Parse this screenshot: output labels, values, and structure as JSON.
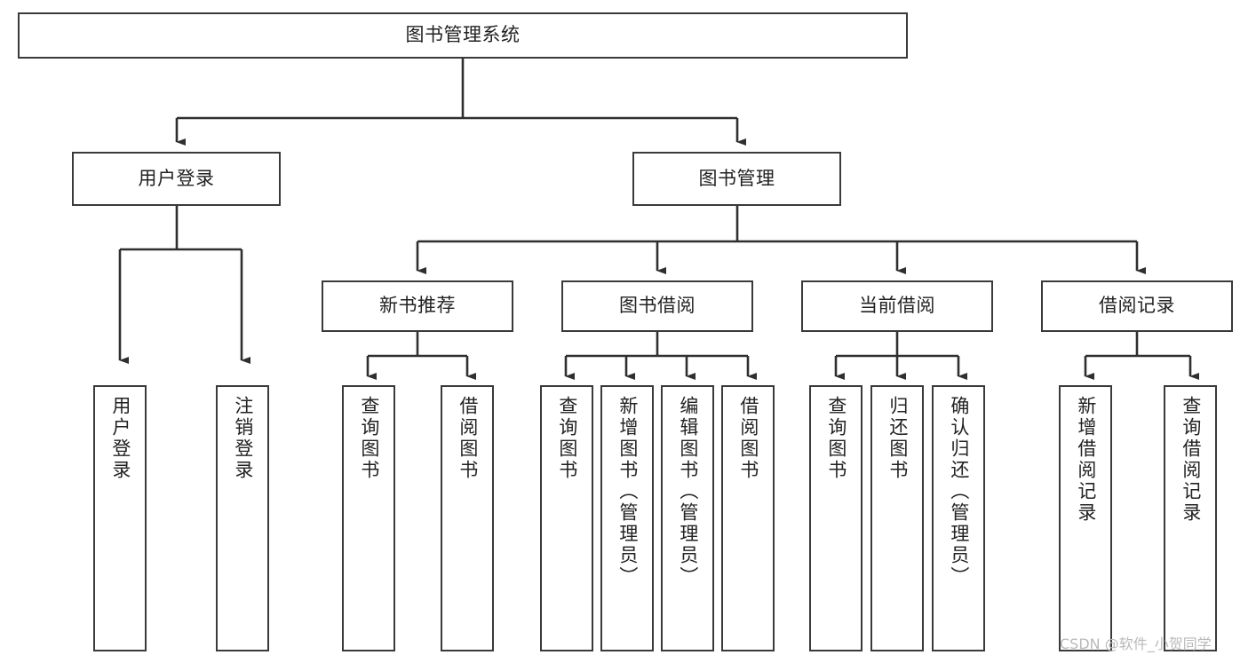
{
  "diagram": {
    "title": "图书管理系统",
    "watermark": "CSDN @软件_小贺同学",
    "line_color": "#3a3a3a",
    "text_color": "#222222",
    "background": "#ffffff",
    "root": {
      "label": "图书管理系统"
    },
    "level2": [
      {
        "label": "用户登录"
      },
      {
        "label": "图书管理"
      }
    ],
    "level3": [
      {
        "label": "新书推荐"
      },
      {
        "label": "图书借阅"
      },
      {
        "label": "当前借阅"
      },
      {
        "label": "借阅记录"
      }
    ],
    "leaves": {
      "user_login": [
        {
          "label": "用户登录"
        },
        {
          "label": "注销登录"
        }
      ],
      "new_book": [
        {
          "label": "查询图书"
        },
        {
          "label": "借阅图书"
        }
      ],
      "book_borrow": [
        {
          "label": "查询图书"
        },
        {
          "label": "新增图书（管理员）"
        },
        {
          "label": "编辑图书（管理员）"
        },
        {
          "label": "借阅图书"
        }
      ],
      "current_borrow": [
        {
          "label": "查询图书"
        },
        {
          "label": "归还图书"
        },
        {
          "label": "确认归还（管理员）"
        }
      ],
      "borrow_record": [
        {
          "label": "新增借阅记录"
        },
        {
          "label": "查询借阅记录"
        }
      ]
    }
  },
  "chart_data": {
    "type": "tree-diagram",
    "title": "图书管理系统",
    "nodes": [
      {
        "id": "root",
        "label": "图书管理系统",
        "level": 0,
        "parent": null
      },
      {
        "id": "n1",
        "label": "用户登录",
        "level": 1,
        "parent": "root"
      },
      {
        "id": "n2",
        "label": "图书管理",
        "level": 1,
        "parent": "root"
      },
      {
        "id": "n1a",
        "label": "用户登录",
        "level": 2,
        "parent": "n1"
      },
      {
        "id": "n1b",
        "label": "注销登录",
        "level": 2,
        "parent": "n1"
      },
      {
        "id": "n2a",
        "label": "新书推荐",
        "level": 2,
        "parent": "n2"
      },
      {
        "id": "n2b",
        "label": "图书借阅",
        "level": 2,
        "parent": "n2"
      },
      {
        "id": "n2c",
        "label": "当前借阅",
        "level": 2,
        "parent": "n2"
      },
      {
        "id": "n2d",
        "label": "借阅记录",
        "level": 2,
        "parent": "n2"
      },
      {
        "id": "n2a1",
        "label": "查询图书",
        "level": 3,
        "parent": "n2a"
      },
      {
        "id": "n2a2",
        "label": "借阅图书",
        "level": 3,
        "parent": "n2a"
      },
      {
        "id": "n2b1",
        "label": "查询图书",
        "level": 3,
        "parent": "n2b"
      },
      {
        "id": "n2b2",
        "label": "新增图书（管理员）",
        "level": 3,
        "parent": "n2b"
      },
      {
        "id": "n2b3",
        "label": "编辑图书（管理员）",
        "level": 3,
        "parent": "n2b"
      },
      {
        "id": "n2b4",
        "label": "借阅图书",
        "level": 3,
        "parent": "n2b"
      },
      {
        "id": "n2c1",
        "label": "查询图书",
        "level": 3,
        "parent": "n2c"
      },
      {
        "id": "n2c2",
        "label": "归还图书",
        "level": 3,
        "parent": "n2c"
      },
      {
        "id": "n2c3",
        "label": "确认归还（管理员）",
        "level": 3,
        "parent": "n2c"
      },
      {
        "id": "n2d1",
        "label": "新增借阅记录",
        "level": 3,
        "parent": "n2d"
      },
      {
        "id": "n2d2",
        "label": "查询借阅记录",
        "level": 3,
        "parent": "n2d"
      }
    ]
  }
}
